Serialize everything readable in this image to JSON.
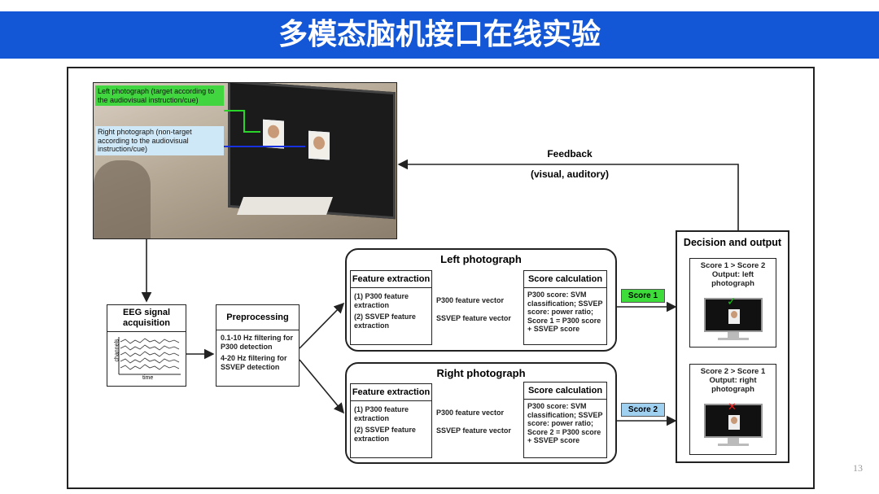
{
  "title": "多模态脑机接口在线实验",
  "page_number": "13",
  "photo": {
    "label_left": "Left photograph (target according to the audiovisual instruction/cue)",
    "label_right": "Right photograph (non-target according to the audiovisual instruction/cue)"
  },
  "feedback": {
    "label": "Feedback",
    "sub": "(visual, auditory)"
  },
  "eeg": {
    "title": "EEG signal acquisition",
    "ylabel": "channels",
    "xlabel": "time"
  },
  "preprocessing": {
    "title": "Preprocessing",
    "item1": "0.1-10 Hz filtering for P300 detection",
    "item2": "4-20 Hz filtering for SSVEP detection"
  },
  "left_group": {
    "title": "Left photograph",
    "feature_title": "Feature extraction",
    "feature_1": "(1) P300 feature extraction",
    "feature_2": "(2) SSVEP feature extraction",
    "vec_p300": "P300 feature vector",
    "vec_ssvep": "SSVEP feature vector",
    "score_title": "Score calculation",
    "score_text": "P300 score: SVM classification; SSVEP score: power ratio; Score 1 = P300 score + SSVEP score",
    "score_tag": "Score 1",
    "score_tag_color": "#3ddc3a"
  },
  "right_group": {
    "title": "Right photograph",
    "feature_title": "Feature extraction",
    "feature_1": "(1) P300 feature extraction",
    "feature_2": "(2) SSVEP feature extraction",
    "vec_p300": "P300 feature vector",
    "vec_ssvep": "SSVEP feature vector",
    "score_title": "Score calculation",
    "score_text": "P300 score: SVM classification; SSVEP score: power ratio; Score 2 = P300 score + SSVEP score",
    "score_tag": "Score 2",
    "score_tag_color": "#9fd0f0"
  },
  "decision": {
    "title": "Decision and output",
    "case1": "Score 1 > Score 2 Output: left photograph",
    "case2": "Score 2 > Score 1 Output: right photograph",
    "check_icon": "check-icon",
    "cross_icon": "cross-icon"
  }
}
